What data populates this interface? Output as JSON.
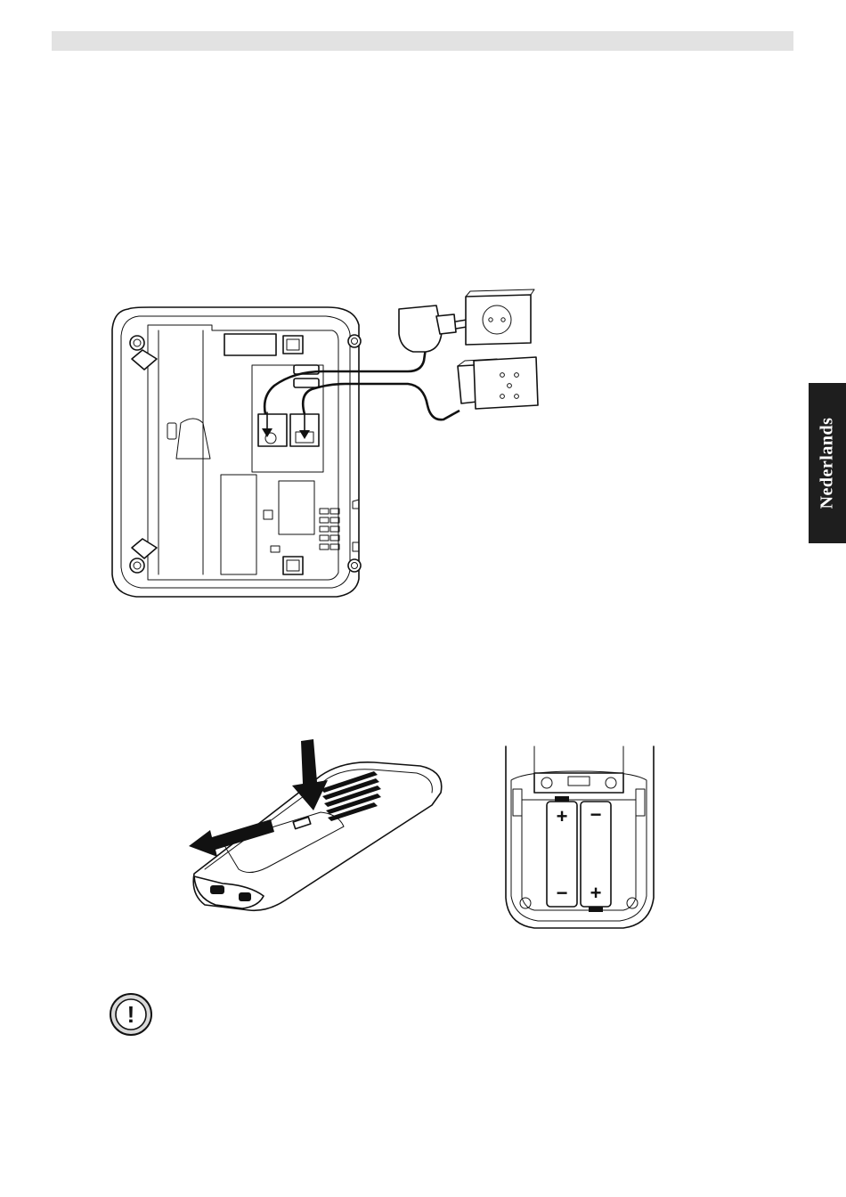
{
  "language_tab": {
    "label": "Nederlands"
  },
  "colors": {
    "header_bar": "#e2e2e2",
    "language_tab": "#1e1e1e"
  },
  "figures": {
    "base_connection": {
      "icon": "base-station-connection-diagram"
    },
    "handset_cover": {
      "icon": "handset-battery-cover-diagram"
    },
    "battery_compartment": {
      "icon": "battery-compartment-diagram",
      "plus_symbol": "+",
      "minus_symbol": "−"
    }
  },
  "warning": {
    "icon": "exclamation-warning-icon",
    "symbol": "!"
  }
}
